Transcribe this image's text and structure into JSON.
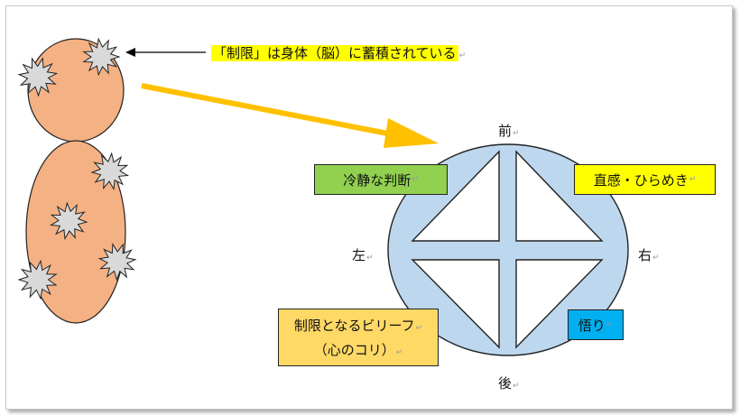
{
  "annotation": {
    "text": "「制限」は身体（脳）に蓄積されている",
    "highlight_color": "#ffff00"
  },
  "directions": {
    "front": "前",
    "back": "後",
    "left": "左",
    "right": "右"
  },
  "quadrant_labels": {
    "calm_judgment": {
      "text": "冷静な判断",
      "color": "#92d050"
    },
    "intuition": {
      "text": "直感・ひらめき",
      "color": "#ffff00"
    },
    "limiting_belief": {
      "line1": "制限となるビリーフ",
      "line2": "（心のコリ）",
      "color": "#ffd966"
    },
    "enlightenment": {
      "text": "悟り",
      "color": "#00b0f0"
    }
  },
  "colors": {
    "body": "#f4b183",
    "circle": "#bdd7ee",
    "arrow": "#ffc000",
    "burst": "#d9d9d9"
  },
  "paragraph_mark": "↵"
}
